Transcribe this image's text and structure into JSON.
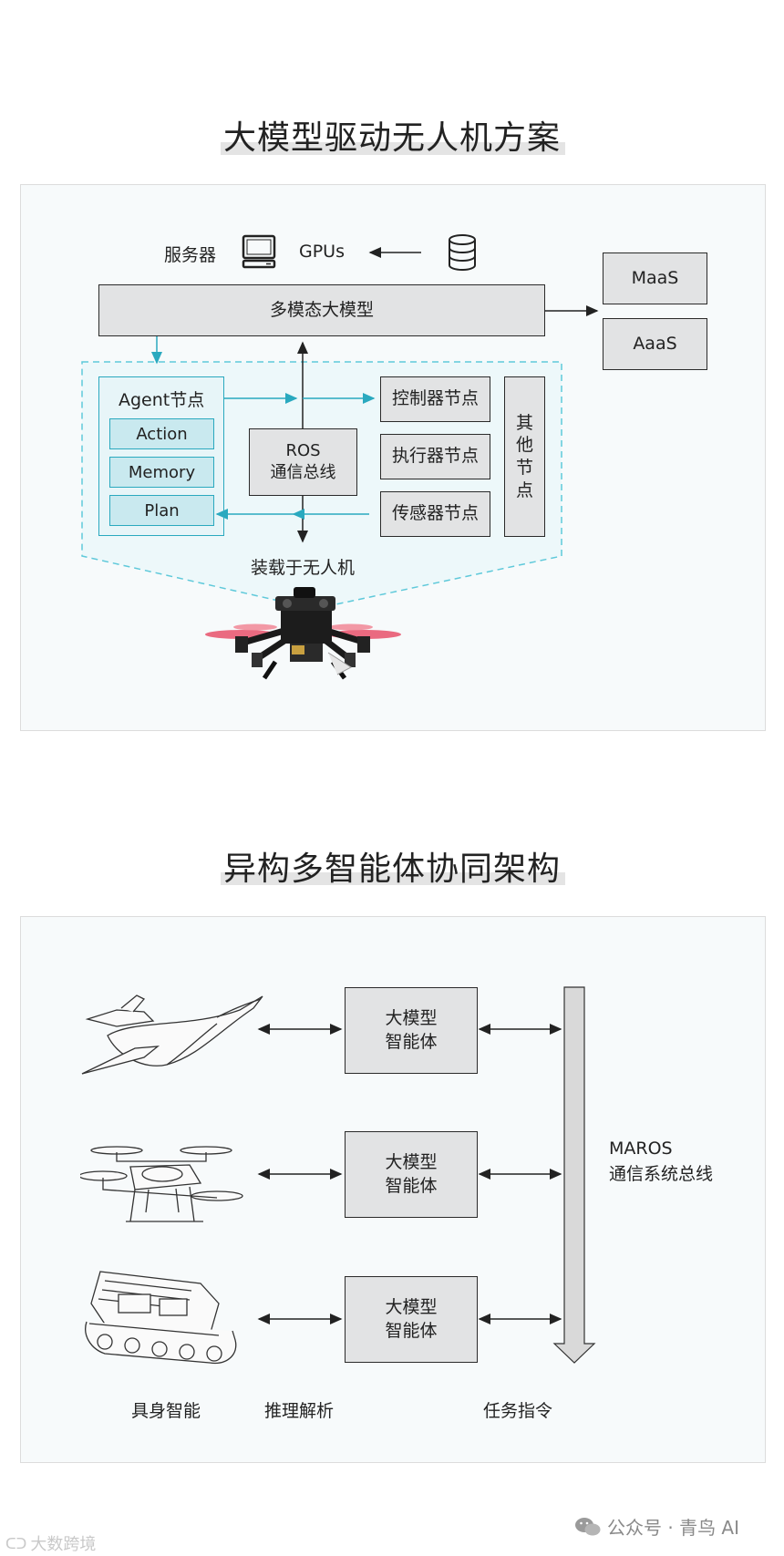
{
  "diagram1": {
    "title": "大模型驱动无人机方案",
    "server_label": "服务器",
    "gpus_label": "GPUs",
    "multimodal_model": "多模态大模型",
    "maas": "MaaS",
    "aaas": "AaaS",
    "agent_node": "Agent节点",
    "agent_items": [
      "Action",
      "Memory",
      "Plan"
    ],
    "ros_bus": [
      "ROS",
      "通信总线"
    ],
    "nodes": [
      "控制器节点",
      "执行器节点",
      "传感器节点"
    ],
    "other_nodes": "其他节点",
    "mounted_label": "装载于无人机",
    "accent_color": "#2aa9bf"
  },
  "diagram2": {
    "title": "异构多智能体协同架构",
    "agents": [
      [
        "大模型",
        "智能体"
      ],
      [
        "大模型",
        "智能体"
      ],
      [
        "大模型",
        "智能体"
      ]
    ],
    "bus_label": [
      "MAROS",
      "通信系统总线"
    ],
    "bottom_labels": [
      "具身智能",
      "推理解析",
      "任务指令"
    ]
  },
  "watermark_left": "大数跨境",
  "watermark_right": "公众号 · 青鸟 AI",
  "icons": [
    "monitor-icon",
    "database-icon",
    "drone-photo",
    "glider-icon",
    "quadcopter-icon",
    "tracked-robot-icon",
    "wechat-icon"
  ]
}
